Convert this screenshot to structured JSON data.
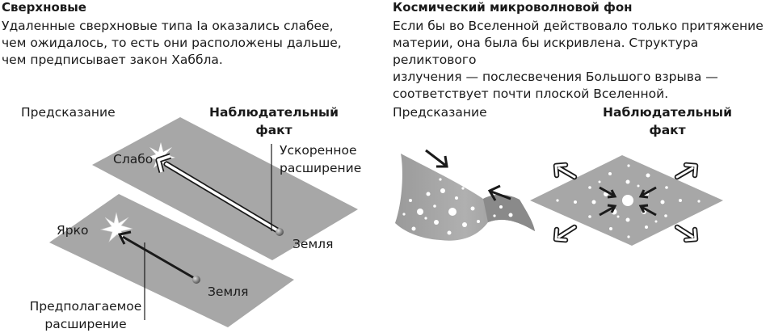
{
  "left": {
    "title": "Сверхновые",
    "text": "Удаленные сверхновые типа Ia оказались слабее,\nчем ожидалось, то есть они расположены дальше,\nчем предписывает закон Хаббла.",
    "prediction": "Предсказание",
    "fact": "Наблюдательный\nфакт",
    "faint": "Слабо",
    "bright": "Ярко",
    "accelerated": "Ускоренное\nрасширение",
    "earth_top": "Земля",
    "earth_bottom": "Земля",
    "assumed": "Предполагаемое\nрасширение"
  },
  "right": {
    "title": "Космический микроволновой фон",
    "text": "Если бы во Вселенной действовало только притяжение\nматерии, она была бы искривлена. Структура реликтового\nизлучения — послесвечения Большого взрыва —\nсоответствует почти плоской Вселенной.",
    "prediction": "Предсказание",
    "fact": "Наблюдательный\nфакт"
  },
  "colors": {
    "plane": "#a7a7a7",
    "text": "#1a1a1a",
    "star": "#ffffff"
  }
}
